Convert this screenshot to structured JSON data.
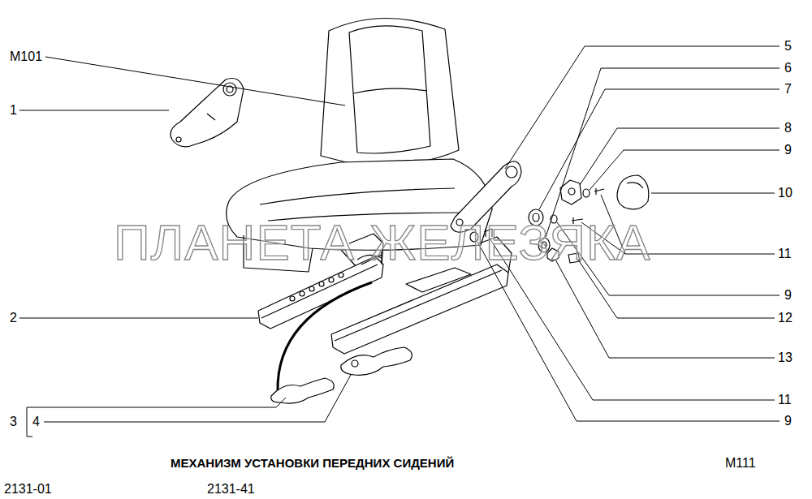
{
  "diagram": {
    "title": "МЕХАНИЗМ УСТАНОВКИ ПЕРЕДНИХ СИДЕНИЙ",
    "labels": [
      "M101",
      "1",
      "2",
      "3",
      "4",
      "5",
      "6",
      "7",
      "8",
      "9",
      "10",
      "11",
      "9",
      "12",
      "13",
      "11",
      "9",
      "ПЛАНЕТА ЖЕЛЕЗЯКА",
      "M111",
      "2131-01",
      "2131-41"
    ]
  }
}
